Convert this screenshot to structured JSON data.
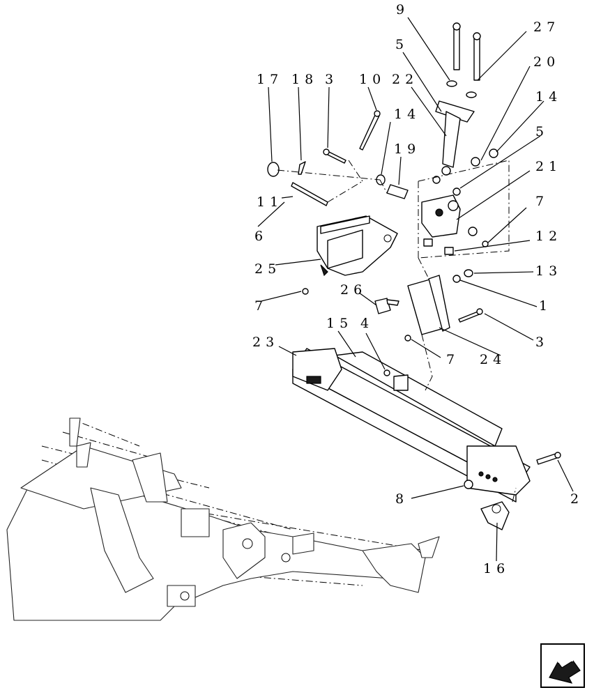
{
  "diagram": {
    "callouts": [
      {
        "id": "c9",
        "label": "9"
      },
      {
        "id": "c27",
        "label": "27"
      },
      {
        "id": "c5a",
        "label": "5"
      },
      {
        "id": "c20",
        "label": "20"
      },
      {
        "id": "c22",
        "label": "22"
      },
      {
        "id": "c17",
        "label": "17"
      },
      {
        "id": "c18",
        "label": "18"
      },
      {
        "id": "c3a",
        "label": "3"
      },
      {
        "id": "c10",
        "label": "10"
      },
      {
        "id": "c14a",
        "label": "14"
      },
      {
        "id": "c14b",
        "label": "14"
      },
      {
        "id": "c5b",
        "label": "5"
      },
      {
        "id": "c19",
        "label": "19"
      },
      {
        "id": "c21",
        "label": "21"
      },
      {
        "id": "c11",
        "label": "11"
      },
      {
        "id": "c7a",
        "label": "7"
      },
      {
        "id": "c6",
        "label": "6"
      },
      {
        "id": "c12",
        "label": "12"
      },
      {
        "id": "c25",
        "label": "25"
      },
      {
        "id": "c13",
        "label": "13"
      },
      {
        "id": "c26",
        "label": "26"
      },
      {
        "id": "c1",
        "label": "1"
      },
      {
        "id": "c7b",
        "label": "7"
      },
      {
        "id": "c3b",
        "label": "3"
      },
      {
        "id": "c15",
        "label": "15"
      },
      {
        "id": "c4",
        "label": "4"
      },
      {
        "id": "c23",
        "label": "23"
      },
      {
        "id": "c7c",
        "label": "7"
      },
      {
        "id": "c24",
        "label": "24"
      },
      {
        "id": "c8",
        "label": "8"
      },
      {
        "id": "c2",
        "label": "2"
      },
      {
        "id": "c16",
        "label": "16"
      }
    ],
    "nav_icon": "arrow-back-icon"
  }
}
